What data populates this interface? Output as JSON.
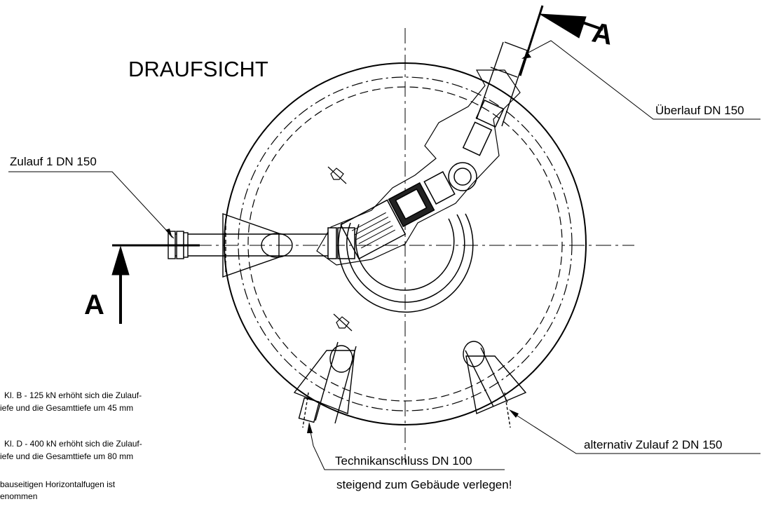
{
  "title": "DRAUFSICHT",
  "section_marker": "A",
  "callouts": {
    "inlet1": "Zulauf 1 DN 150",
    "overflow": "Überlauf DN 150",
    "alt_inlet2": "alternativ Zulauf 2 DN 150",
    "tech_port": "Technikanschluss DN 100",
    "tech_port_note": "steigend zum Gebäude verlegen!"
  },
  "notes": [
    "Kl. B -  125 kN erhöht sich die Zulauf-",
    "iefe  und die Gesamttiefe um 45 mm",
    "Kl. D -  400 kN erhöht sich die Zulauf-",
    "iefe  und die Gesamttiefe um 80 mm",
    "bauseitigen Horizontalfugen  ist",
    "enommen"
  ],
  "colors": {
    "line": "#000000",
    "background": "#ffffff"
  }
}
